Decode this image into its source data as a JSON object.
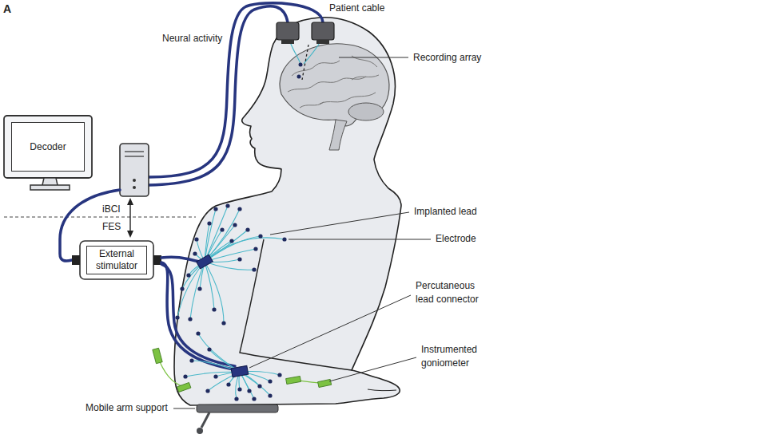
{
  "diagram": {
    "nodes": [
      {
        "text": [
          "Decoder"
        ]
      },
      {
        "text": [
          "External stimulator"
        ]
      }
    ],
    "labels": [
      "A",
      "Patient cable",
      "Neural activity",
      "Recording array",
      "iBCI",
      "FES",
      "Implanted lead",
      "Electrode",
      "Percutaneous lead connector",
      "Instrumented goniometer",
      "Mobile arm support"
    ]
  }
}
